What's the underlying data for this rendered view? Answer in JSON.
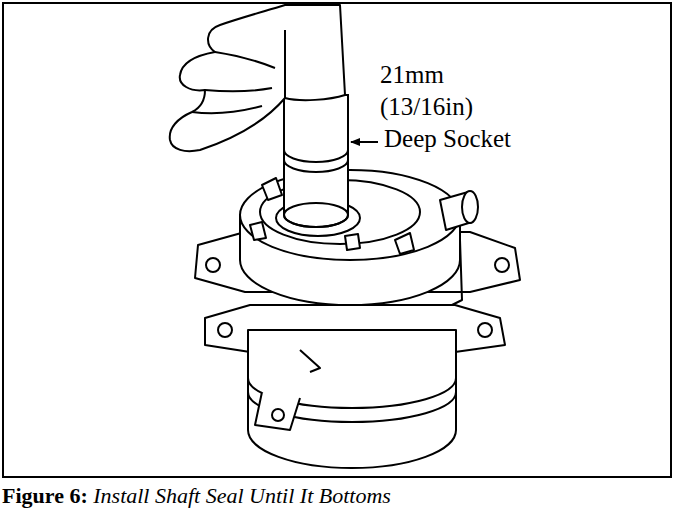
{
  "diagram": {
    "caption": "Figure 6: Install Shaft Seal Until It Bottoms",
    "labels": [
      "21mm",
      "(13/16in)",
      "Deep Socket"
    ]
  }
}
